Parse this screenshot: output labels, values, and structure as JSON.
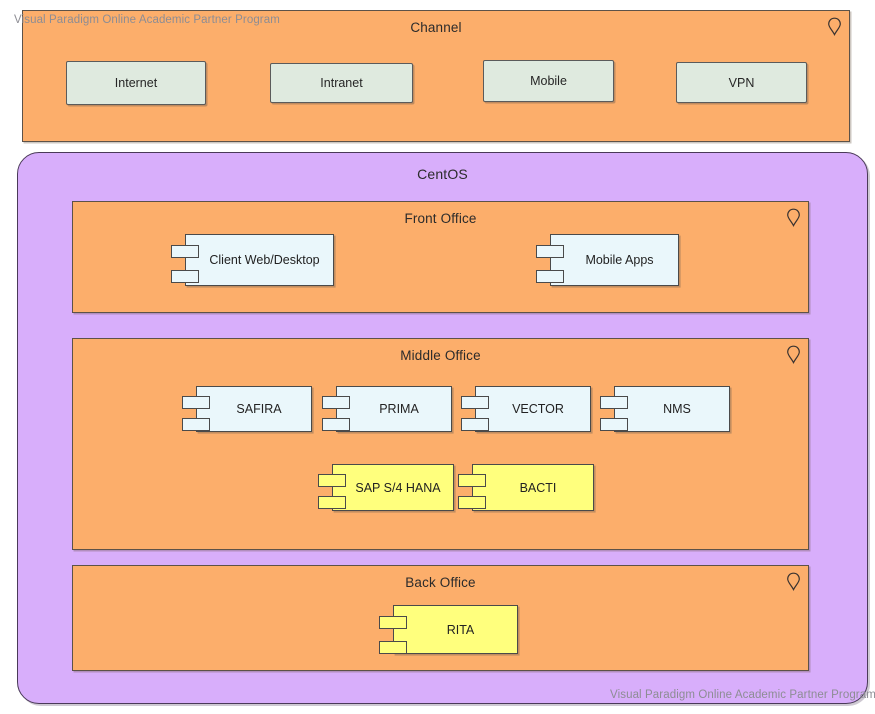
{
  "diagram": {
    "type": "uml-deployment-component-diagram",
    "watermark_top": "Visual Paradigm Online Academic Partner Program",
    "watermark_bottom": "Visual Paradigm Online Academic Partner Program",
    "colors": {
      "node_orange": "#fcae6b",
      "os_purple": "#d8aefb",
      "channel_box_green": "#dfeadf",
      "component_blue": "#eaf7fb",
      "component_yellow": "#ffff7d",
      "stroke": "#4a4a4a",
      "text": "#222222",
      "watermark": "#8d8d94"
    }
  },
  "channel": {
    "title": "Channel",
    "marker": "node-marker-icon",
    "boxes": [
      {
        "label": "Internet"
      },
      {
        "label": "Intranet"
      },
      {
        "label": "Mobile"
      },
      {
        "label": "VPN"
      }
    ]
  },
  "centos": {
    "title": "CentOS",
    "sections": [
      {
        "title": "Front Office",
        "marker": "node-marker-icon",
        "components": [
          {
            "label": "Client Web/Desktop",
            "color": "blue"
          },
          {
            "label": "Mobile Apps",
            "color": "blue"
          }
        ]
      },
      {
        "title": "Middle Office",
        "marker": "node-marker-icon",
        "components": [
          {
            "label": "SAFIRA",
            "color": "blue"
          },
          {
            "label": "PRIMA",
            "color": "blue"
          },
          {
            "label": "VECTOR",
            "color": "blue"
          },
          {
            "label": "NMS",
            "color": "blue"
          },
          {
            "label": "SAP S/4 HANA",
            "color": "yellow"
          },
          {
            "label": "BACTI",
            "color": "yellow"
          }
        ]
      },
      {
        "title": "Back Office",
        "marker": "node-marker-icon",
        "components": [
          {
            "label": "RITA",
            "color": "yellow"
          }
        ]
      }
    ]
  }
}
